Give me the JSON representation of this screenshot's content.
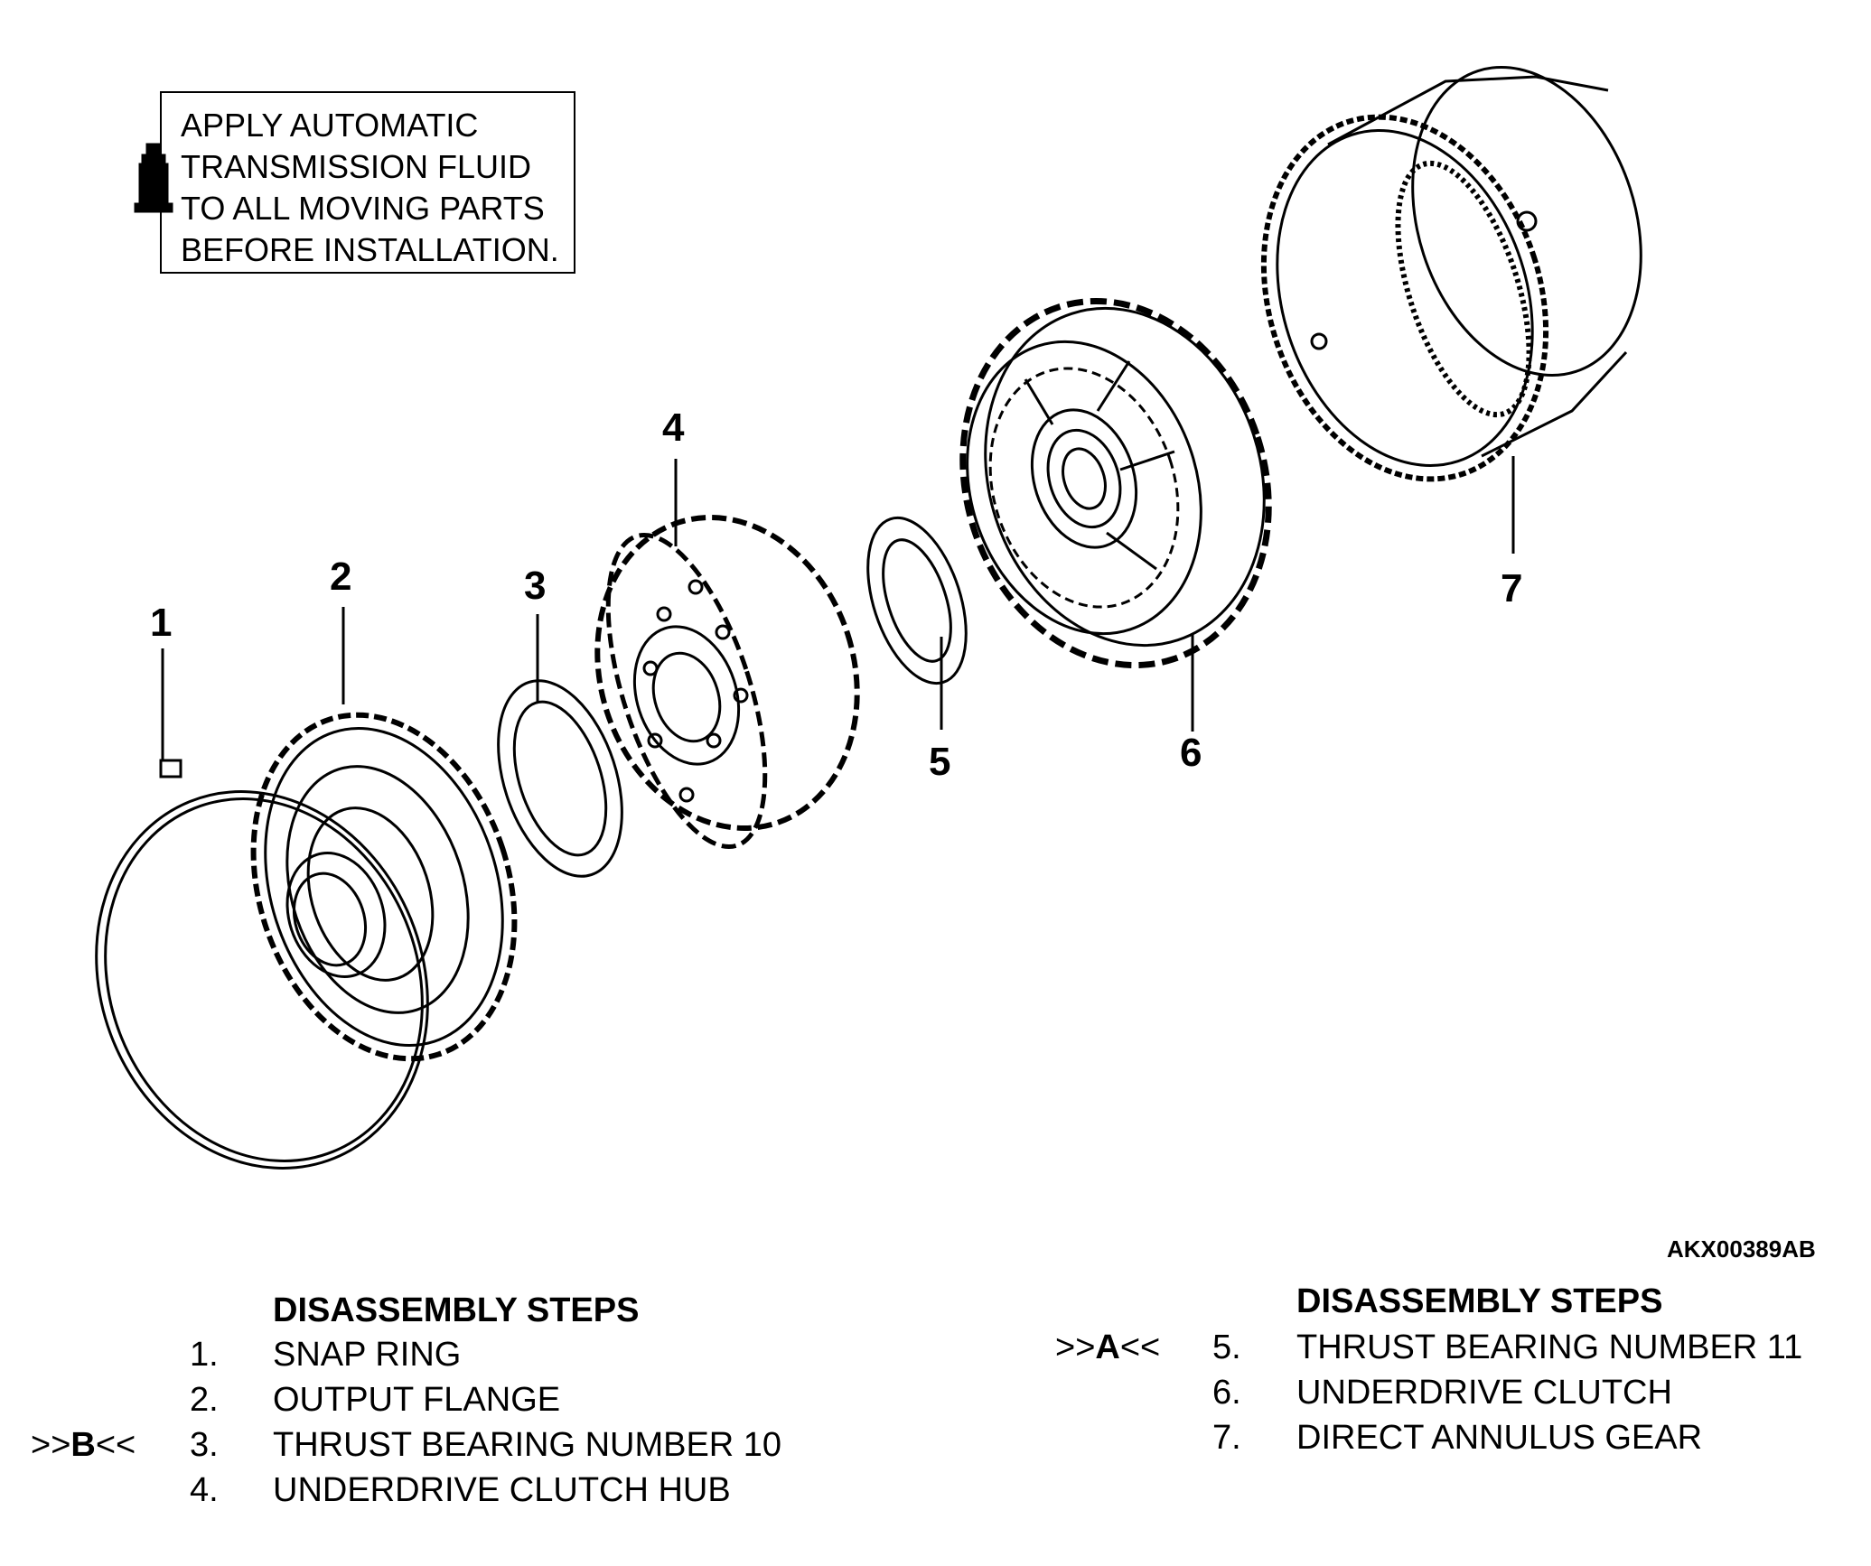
{
  "note": {
    "lines": [
      "APPLY AUTOMATIC",
      "TRANSMISSION FLUID",
      "TO ALL MOVING PARTS",
      "BEFORE INSTALLATION."
    ],
    "icon": "fluid-bottle-icon"
  },
  "callouts": [
    "1",
    "2",
    "3",
    "4",
    "5",
    "6",
    "7"
  ],
  "figure_id": "AKX00389AB",
  "steps_left": {
    "title": "DISASSEMBLY STEPS",
    "items": [
      {
        "num": "1.",
        "name": "SNAP RING",
        "pre": "",
        "letter": "",
        "post": ""
      },
      {
        "num": "2.",
        "name": "OUTPUT FLANGE",
        "pre": "",
        "letter": "",
        "post": ""
      },
      {
        "num": "3.",
        "name": "THRUST BEARING NUMBER 10",
        "pre": ">>",
        "letter": "B",
        "post": "<<"
      },
      {
        "num": "4.",
        "name": "UNDERDRIVE CLUTCH HUB",
        "pre": "",
        "letter": "",
        "post": ""
      }
    ]
  },
  "steps_right": {
    "title": "DISASSEMBLY STEPS",
    "items": [
      {
        "num": "5.",
        "name": "THRUST BEARING NUMBER 11",
        "pre": ">>",
        "letter": "A",
        "post": "<<"
      },
      {
        "num": "6.",
        "name": "UNDERDRIVE CLUTCH",
        "pre": "",
        "letter": "",
        "post": ""
      },
      {
        "num": "7.",
        "name": "DIRECT ANNULUS GEAR",
        "pre": "",
        "letter": "",
        "post": ""
      }
    ]
  }
}
